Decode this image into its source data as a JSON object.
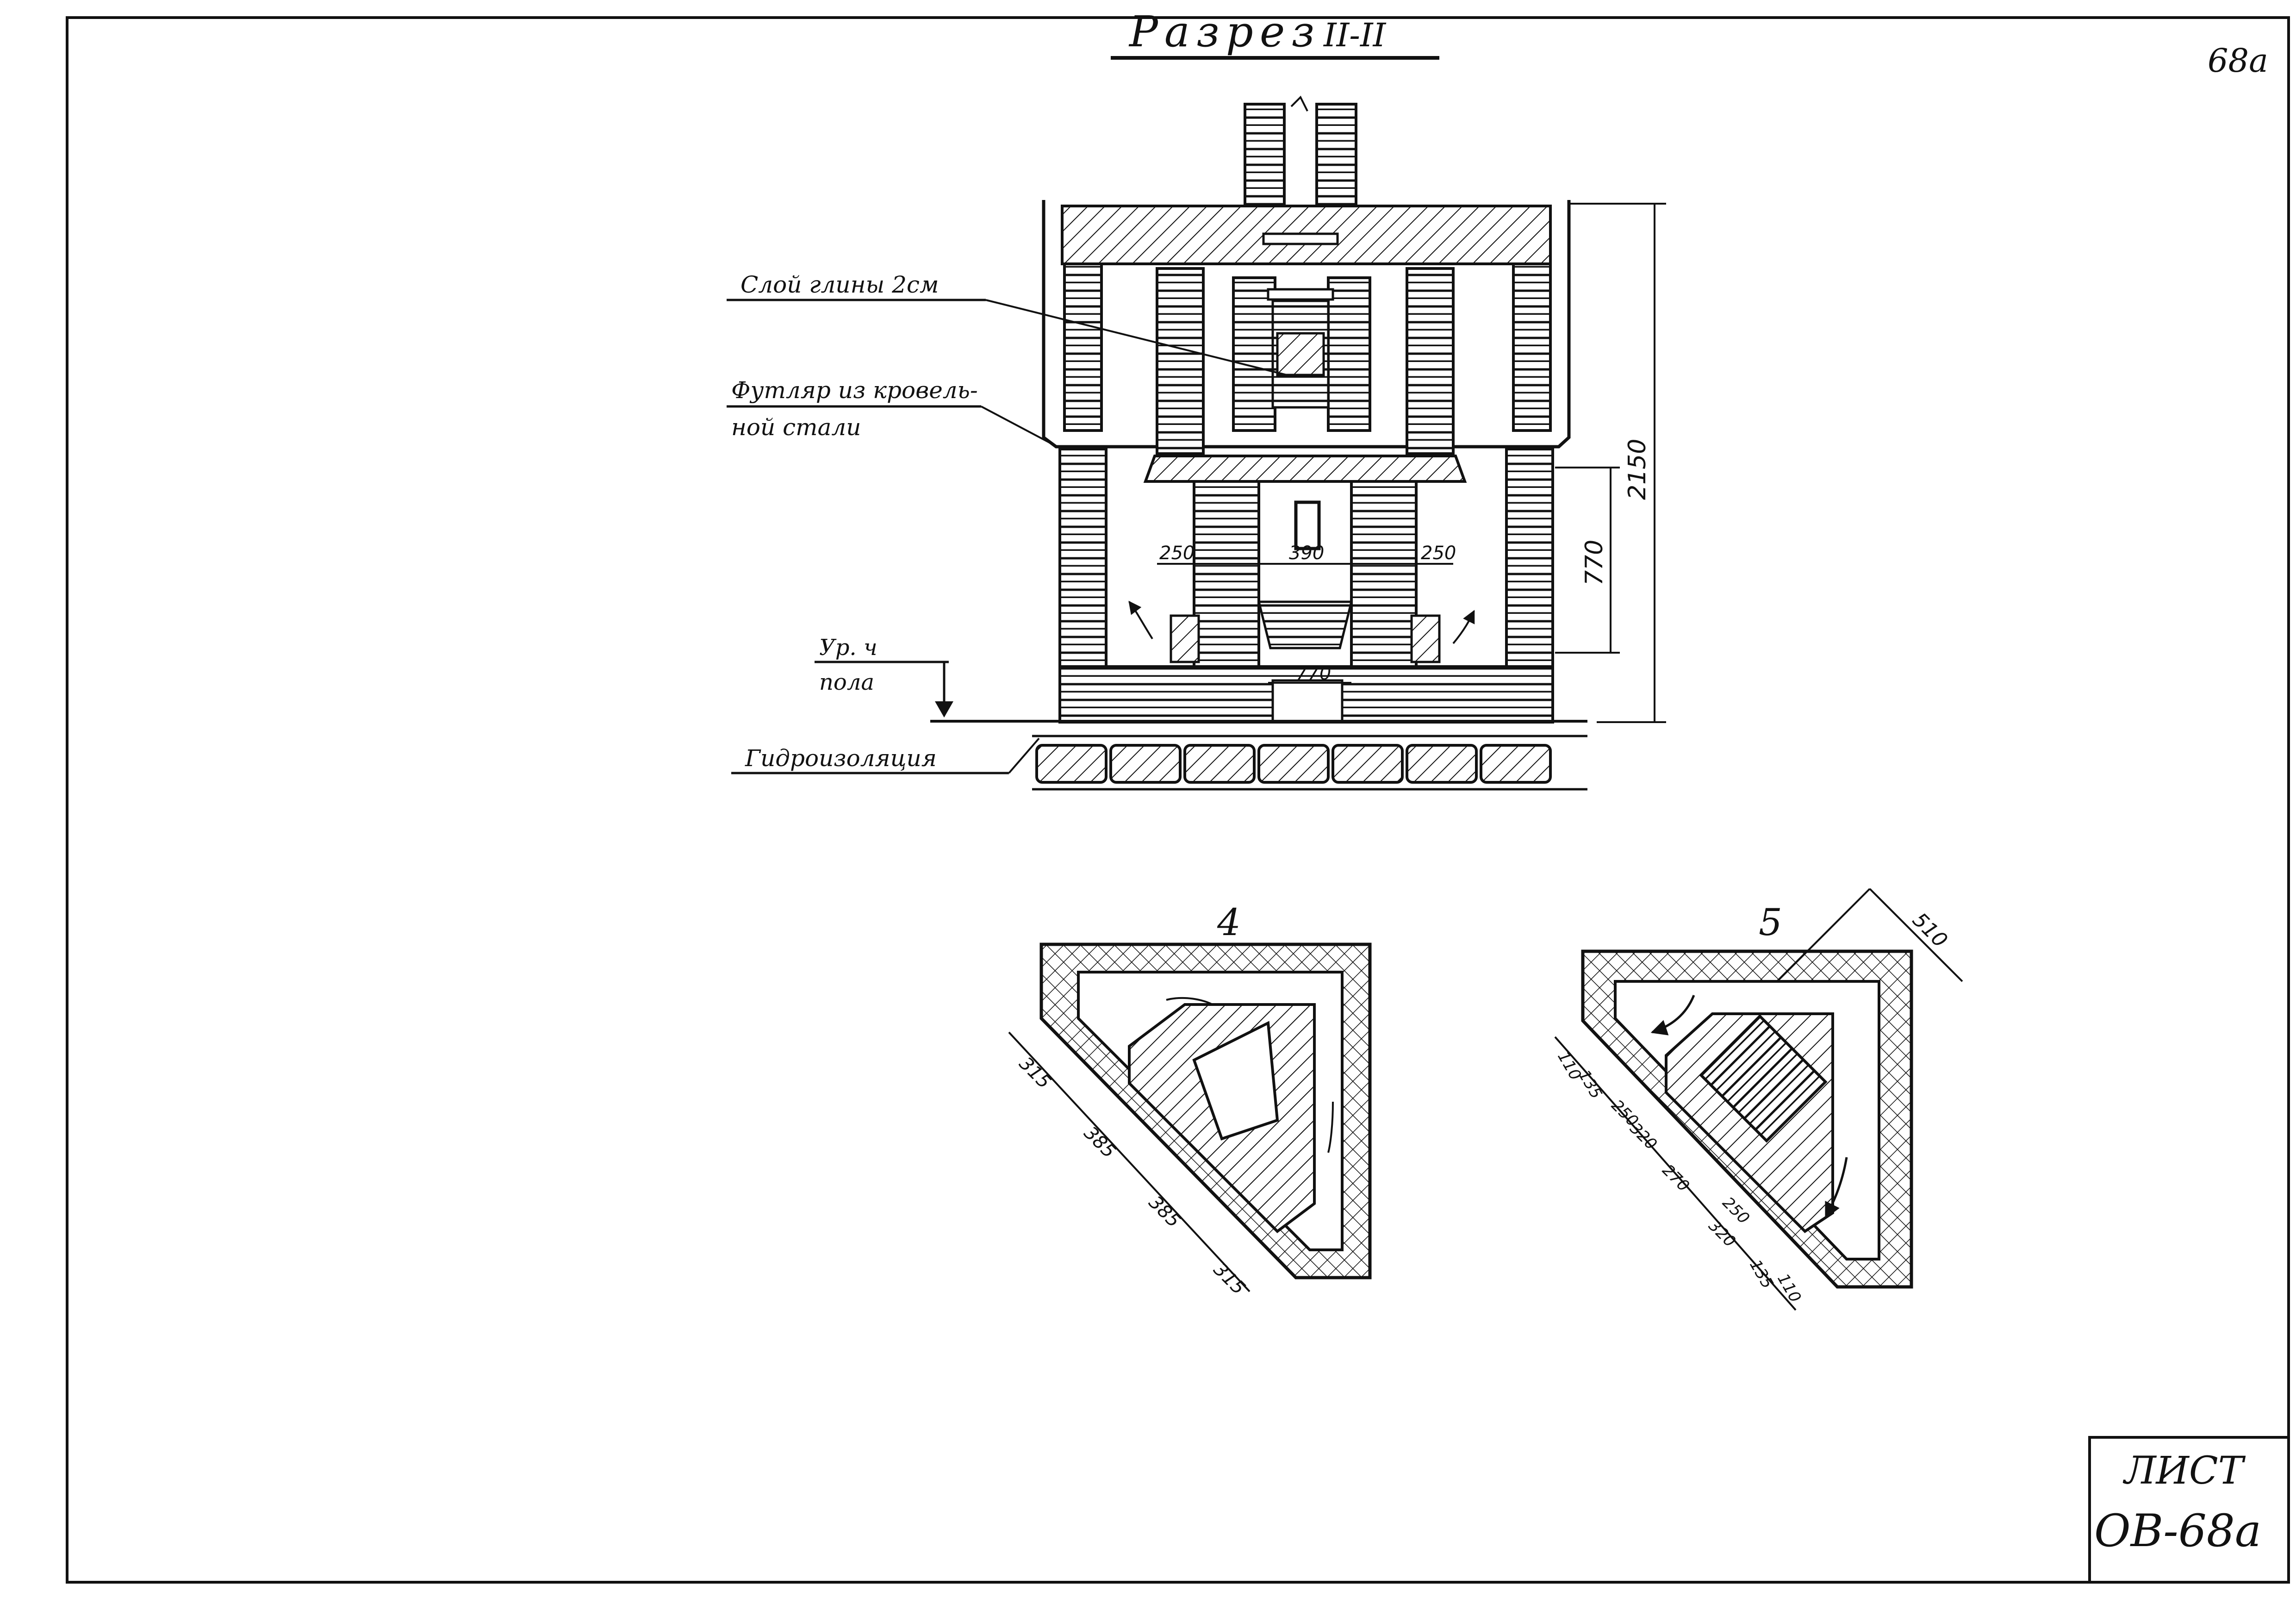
{
  "sheet": {
    "page_number": "68а",
    "title": "Разрез",
    "title_numeral": "II-II",
    "stamp": {
      "label": "ЛИСТ",
      "code": "ОВ-68а"
    }
  },
  "section": {
    "callouts": {
      "clay_layer": "Слой глины 2см",
      "casing_line1": "Футляр из кровель-",
      "casing_line2": "ной стали",
      "floor_level_line1": "Ур. ч",
      "floor_level_line2": "пола",
      "waterproofing": "Гидроизоляция"
    },
    "dimensions": {
      "overall_height": "2150",
      "firebox_height": "770",
      "left_channel": "250",
      "firebox_width": "390",
      "right_channel": "250",
      "ashpit_width": "770"
    }
  },
  "plan4": {
    "label": "4",
    "dims": [
      "315",
      "385",
      "385",
      "315"
    ]
  },
  "plan5": {
    "label": "5",
    "overall": "510",
    "dims": [
      "110",
      "135",
      "250",
      "320",
      "270",
      "320",
      "250",
      "135",
      "110"
    ]
  }
}
